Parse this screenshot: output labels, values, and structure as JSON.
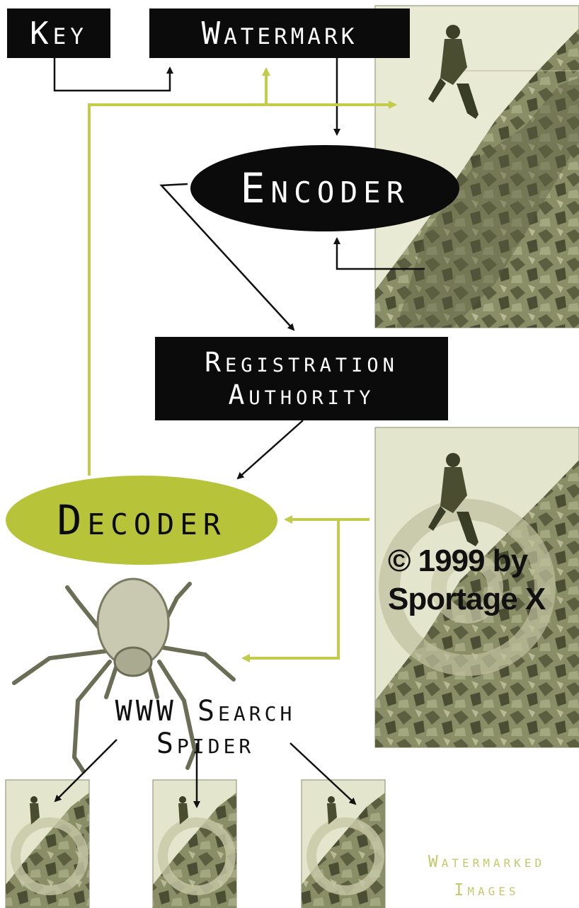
{
  "nodes": {
    "key": "Key",
    "watermark": "Watermark",
    "encoder": "Encoder",
    "registration_line1": "Registration",
    "registration_line2": "Authority",
    "decoder": "Decoder",
    "spider_line1": "WWW Search",
    "spider_line2": "Spider",
    "watermarked_line1": "Watermarked",
    "watermarked_line2": "Images"
  },
  "copyright": {
    "line1": "© 1999 by",
    "line2": "Sportage X"
  },
  "colors": {
    "black": "#0b0b0b",
    "accent_green": "#b7c43a",
    "label_green": "#c3c96b",
    "photo_sky": "#e9ead4",
    "photo_rock": "#6f7450"
  },
  "icons": [
    "climber-photo",
    "watermarked-climber-photo",
    "spider-illustration",
    "thumbnail-photo"
  ]
}
